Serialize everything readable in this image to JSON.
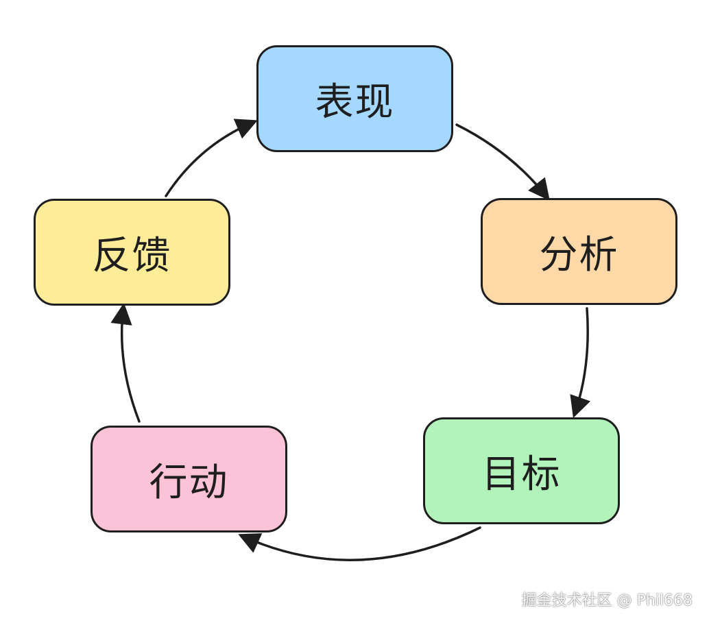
{
  "colors": {
    "stroke": "#1e1e1e",
    "performance_fill": "#a5d8ff",
    "analysis_fill": "#ffd8a8",
    "goal_fill": "#b2f2bb",
    "action_fill": "#fcc2d7",
    "feedback_fill": "#ffec99"
  },
  "nodes": {
    "performance": "表现",
    "analysis": "分析",
    "goal": "目标",
    "action": "行动",
    "feedback": "反馈"
  },
  "watermark": "掘金技术社区 @ Phil668"
}
